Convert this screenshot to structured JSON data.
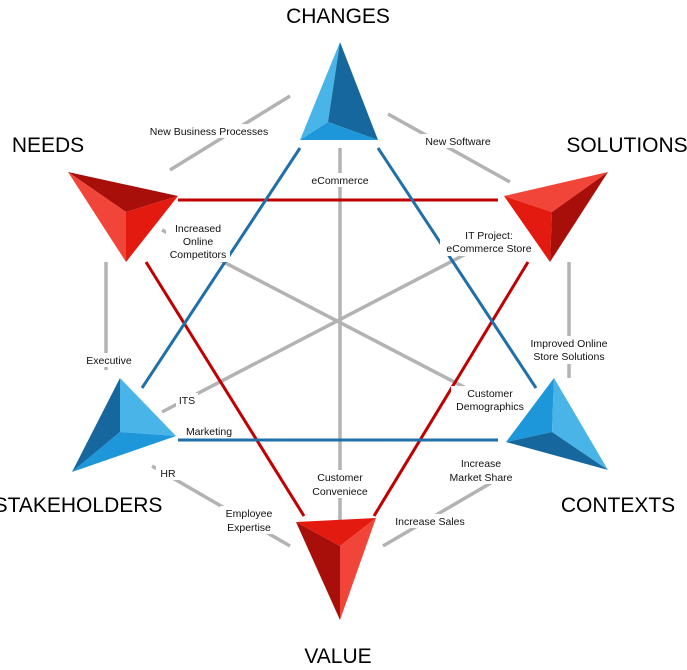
{
  "colors": {
    "red": "#c00000",
    "blue": "#1f6fa8",
    "gray": "#b3b3b3",
    "red_light": "#f2453a",
    "red_mid": "#e31a10",
    "red_dark": "#a80f0a",
    "blue_light": "#48b4e8",
    "blue_mid": "#1d97d9",
    "blue_dark": "#16679e"
  },
  "nodes": {
    "changes": "CHANGES",
    "needs": "NEEDS",
    "solutions": "SOLUTIONS",
    "stakeholders": "STAKEHOLDERS",
    "contexts": "CONTEXTS",
    "value": "VALUE"
  },
  "labels": {
    "new_business_processes": "New Business Processes",
    "new_software": "New Software",
    "ecommerce": "eCommerce",
    "increased_online_1": "Increased",
    "increased_online_2": "Online",
    "increased_online_3": "Competitors",
    "it_project_1": "IT Project:",
    "it_project_2": "eCommerce Store",
    "improved_online_1": "Improved Online",
    "improved_online_2": "Store Solutions",
    "executive": "Executive",
    "its": "ITS",
    "marketing": "Marketing",
    "customer_demographics_1": "Customer",
    "customer_demographics_2": "Demographics",
    "hr": "HR",
    "customer_convenience_1": "Customer",
    "customer_convenience_2": "Conveniece",
    "increase_market_share_1": "Increase",
    "increase_market_share_2": "Market Share",
    "employee_expertise_1": "Employee",
    "employee_expertise_2": "Expertise",
    "increase_sales": "Increase Sales"
  }
}
